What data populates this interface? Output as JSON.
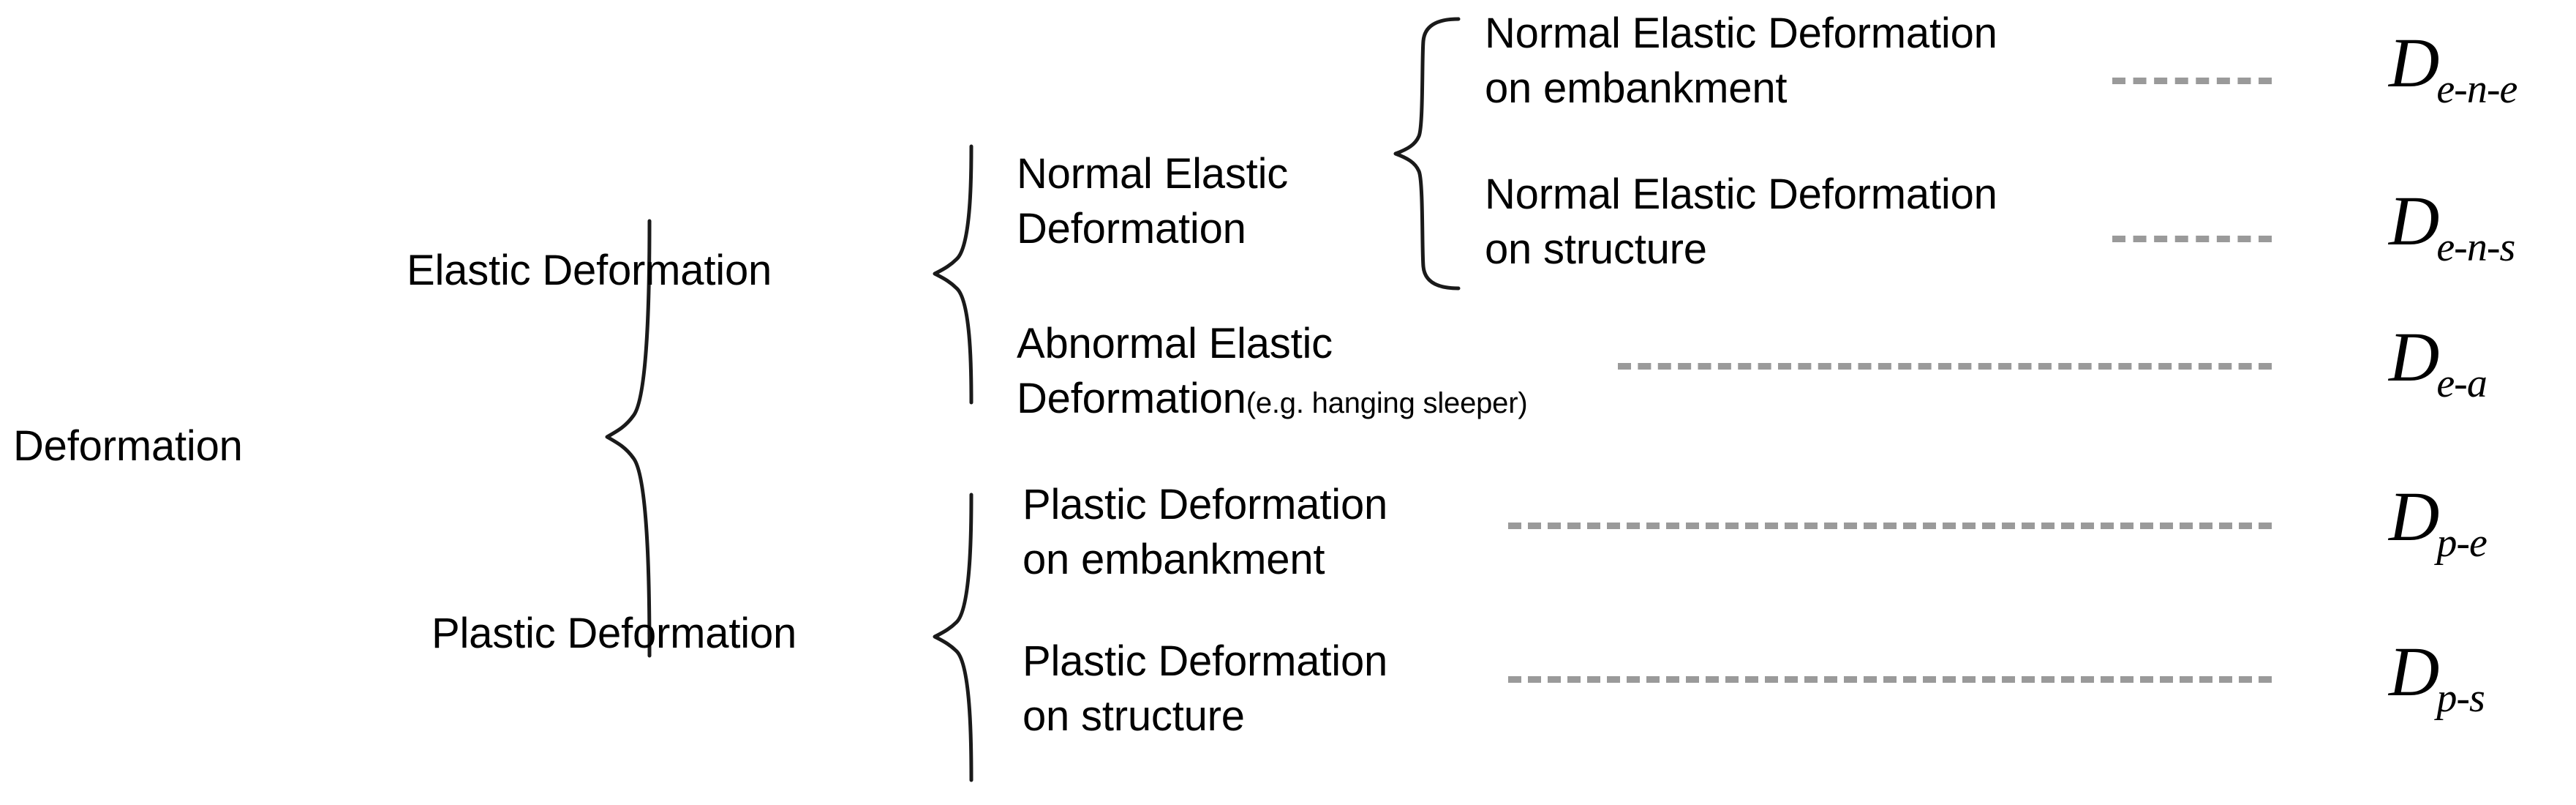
{
  "diagram": {
    "title": "Deformation classification tree",
    "type": "hierarchy-brace-tree",
    "root": {
      "label": "Deformation"
    },
    "level2": [
      {
        "label": "Elastic Deformation"
      },
      {
        "label": "Plastic Deformation"
      }
    ],
    "level3": [
      {
        "label": "Normal Elastic\nDeformation"
      },
      {
        "label": "Abnormal Elastic\nDeformation",
        "note": "(e.g. hanging sleeper)"
      }
    ],
    "leaves": [
      {
        "label": "Normal Elastic Deformation\non embankment"
      },
      {
        "label": "Normal Elastic Deformation\non structure"
      },
      {
        "label": "Plastic Deformation\non embankment"
      },
      {
        "label": "Plastic Deformation\non structure"
      }
    ],
    "symbols": [
      {
        "base": "D",
        "sub": "e-n-e"
      },
      {
        "base": "D",
        "sub": "e-n-s"
      },
      {
        "base": "D",
        "sub": "e-a"
      },
      {
        "base": "D",
        "sub": "p-e"
      },
      {
        "base": "D",
        "sub": "p-s"
      }
    ],
    "colors": {
      "text": "#000000",
      "brace": "#1a1a1a",
      "connector": "#9a9a9a",
      "background": "#ffffff"
    }
  }
}
